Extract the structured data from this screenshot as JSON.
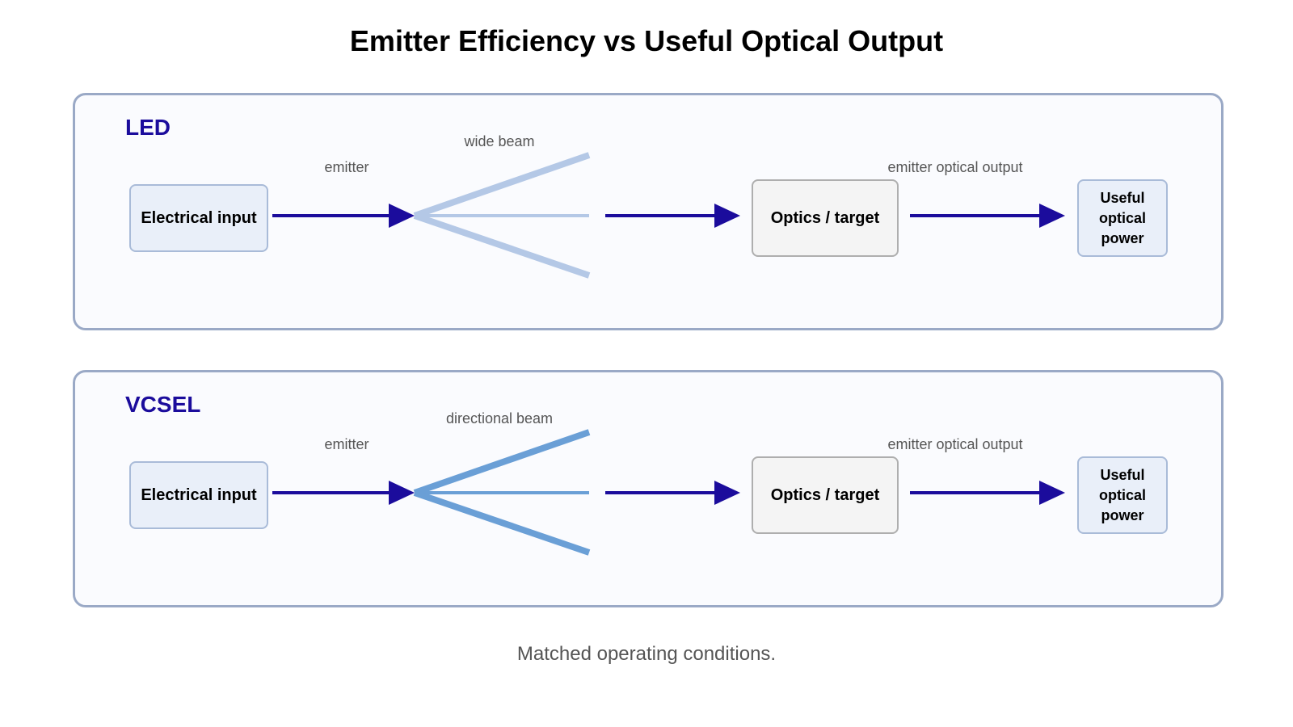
{
  "title": "Emitter Efficiency vs Useful Optical Output",
  "colors": {
    "arrow": "#1b0c9c",
    "led_beam": "#b4c8e6",
    "vcsel_beam": "#6a9fd6"
  },
  "panels": [
    {
      "name": "LED",
      "input_label": "Electrical input",
      "emitter_label": "emitter",
      "beam_label": "wide beam",
      "optics_label": "Optics / target",
      "output_label": "emitter optical output",
      "useful_label": "Useful optical power",
      "beam_style": "light"
    },
    {
      "name": "VCSEL",
      "input_label": "Electrical input",
      "emitter_label": "emitter",
      "beam_label": "directional beam",
      "optics_label": "Optics / target",
      "output_label": "emitter optical output",
      "useful_label": "Useful optical power",
      "beam_style": "strong"
    }
  ],
  "footer": "Matched operating conditions."
}
